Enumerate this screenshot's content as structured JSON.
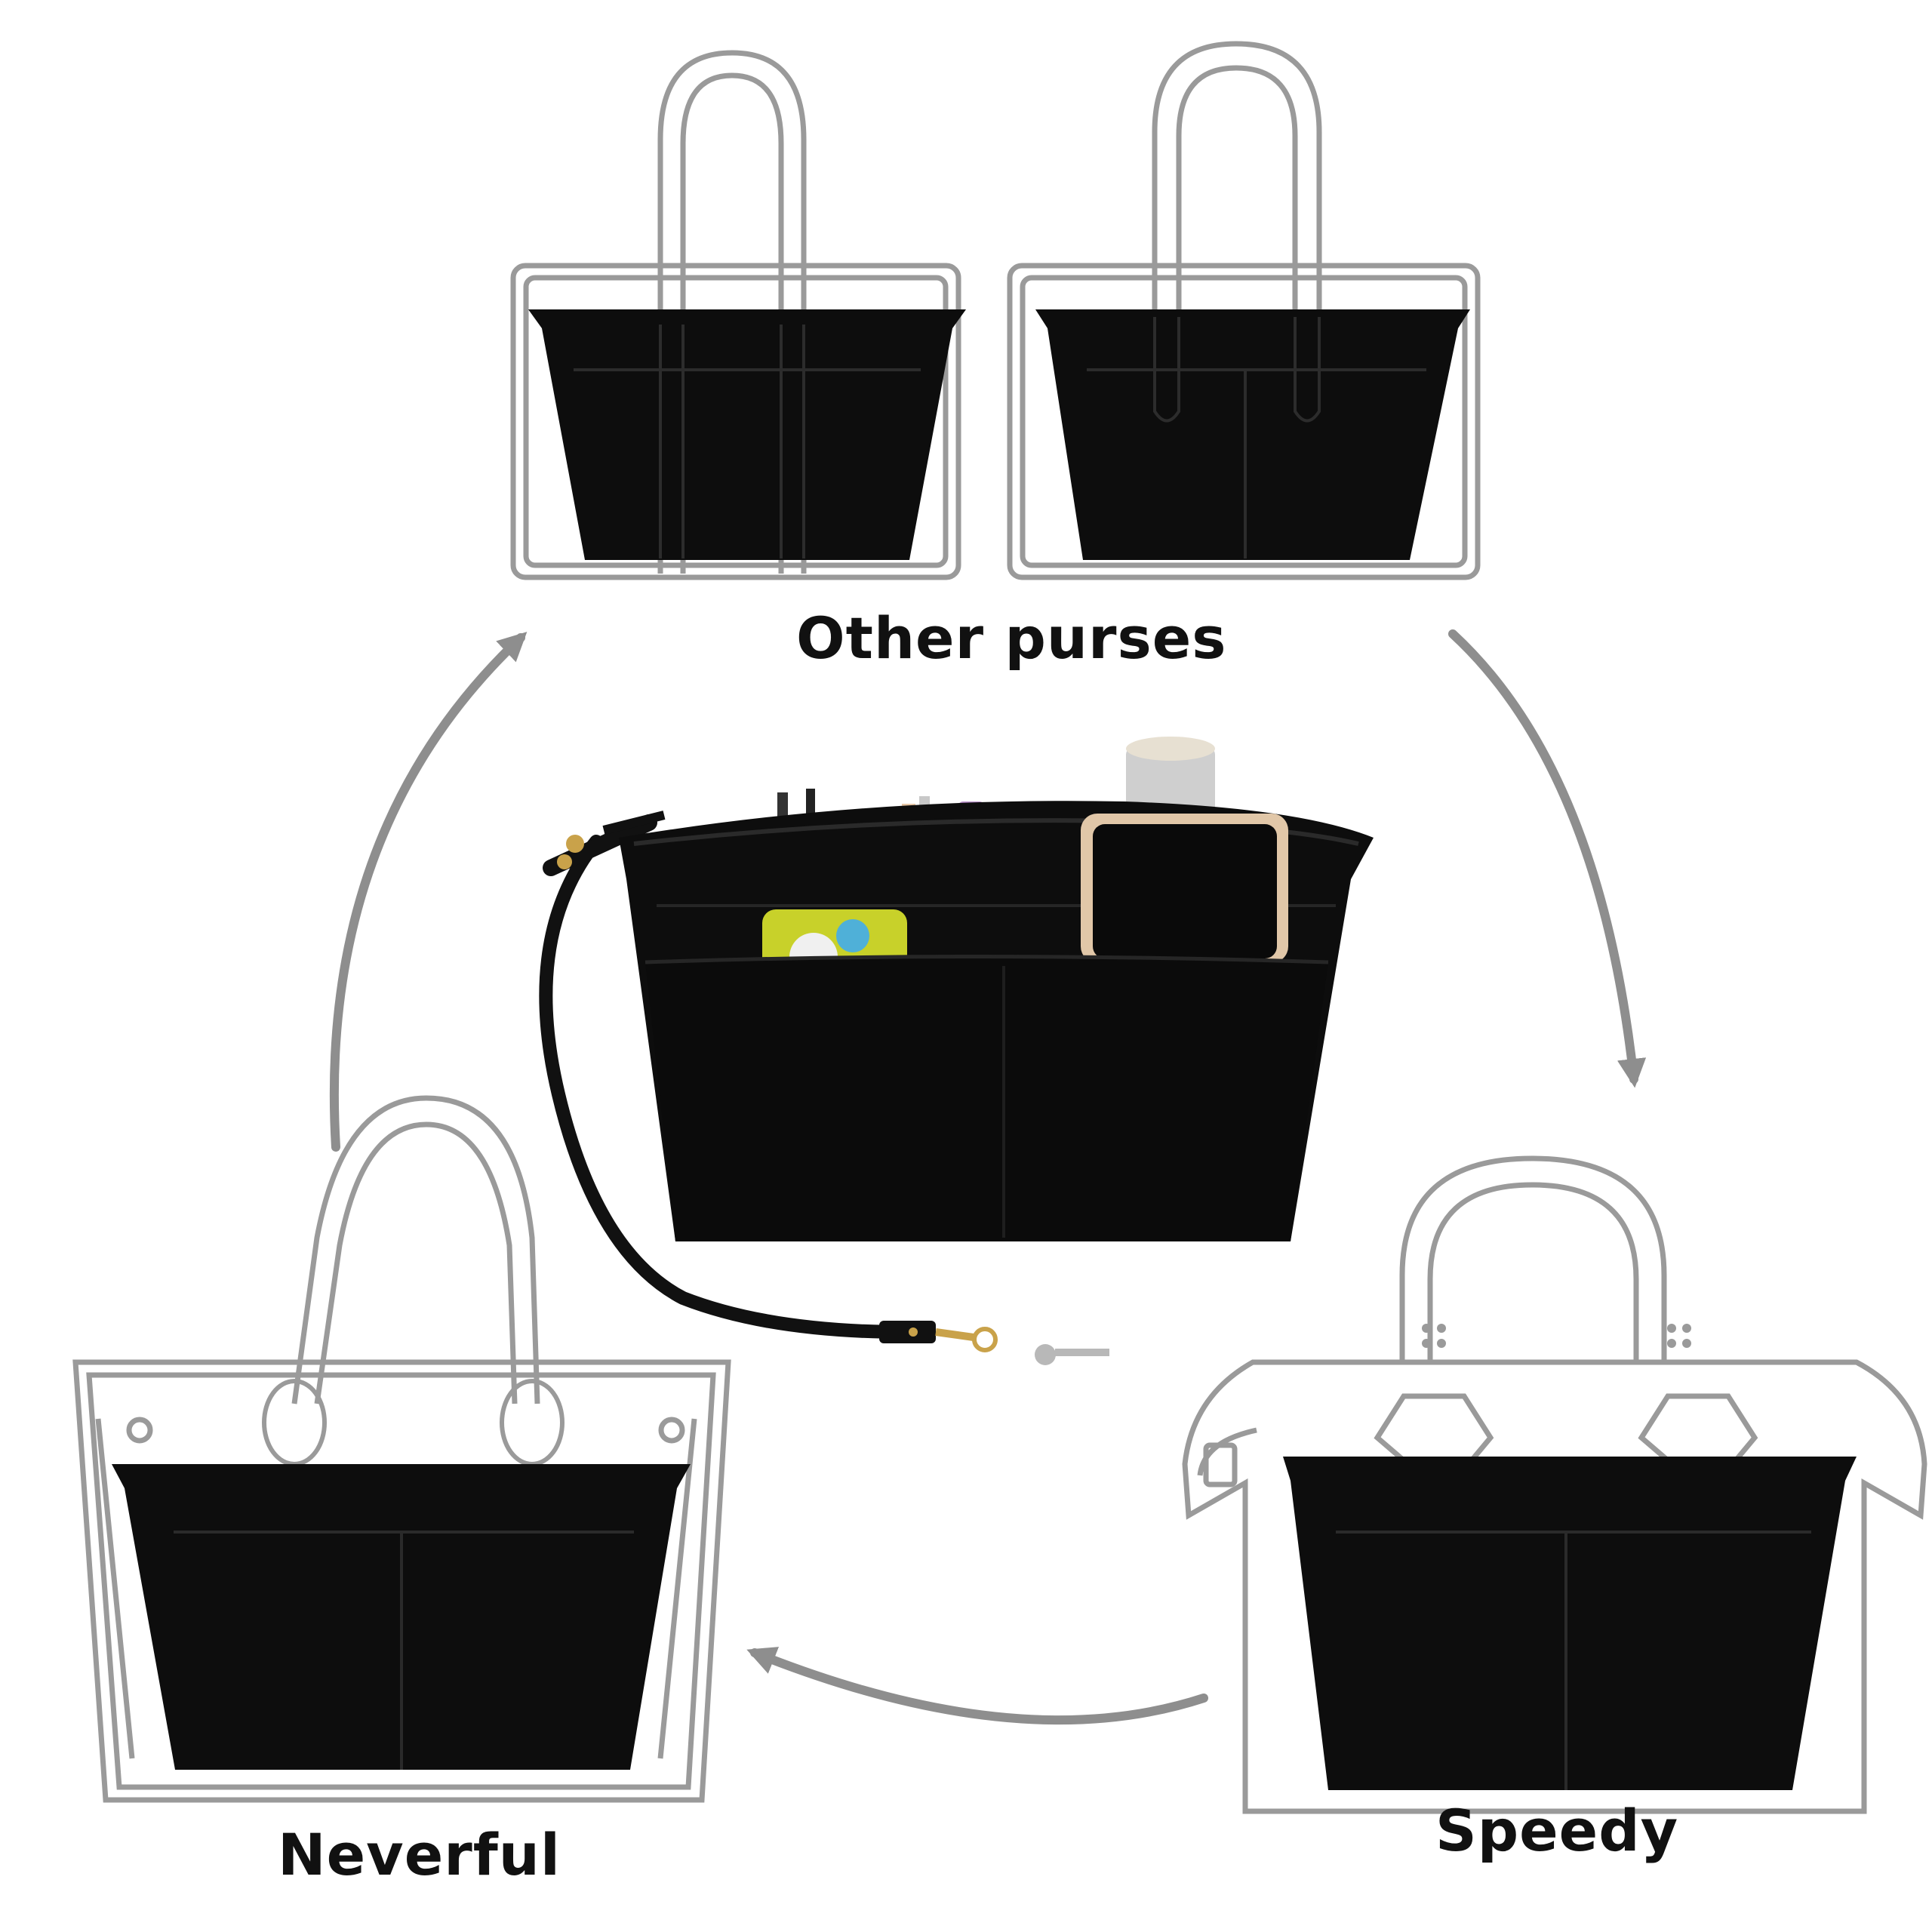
{
  "labels": {
    "other_purses": "Other purses",
    "speedy": "Speedy",
    "neverful": "Neverful"
  },
  "colors": {
    "background": "#ffffff",
    "organizer_felt": "#0d0d0d",
    "outline": "#9a9a9a",
    "arrow": "#8e8e8e",
    "text": "#111111"
  },
  "icons": [
    "organizer-insert",
    "tote-bag-outline",
    "speedy-bag-outline",
    "neverfull-bag-outline",
    "cycle-arrow"
  ]
}
